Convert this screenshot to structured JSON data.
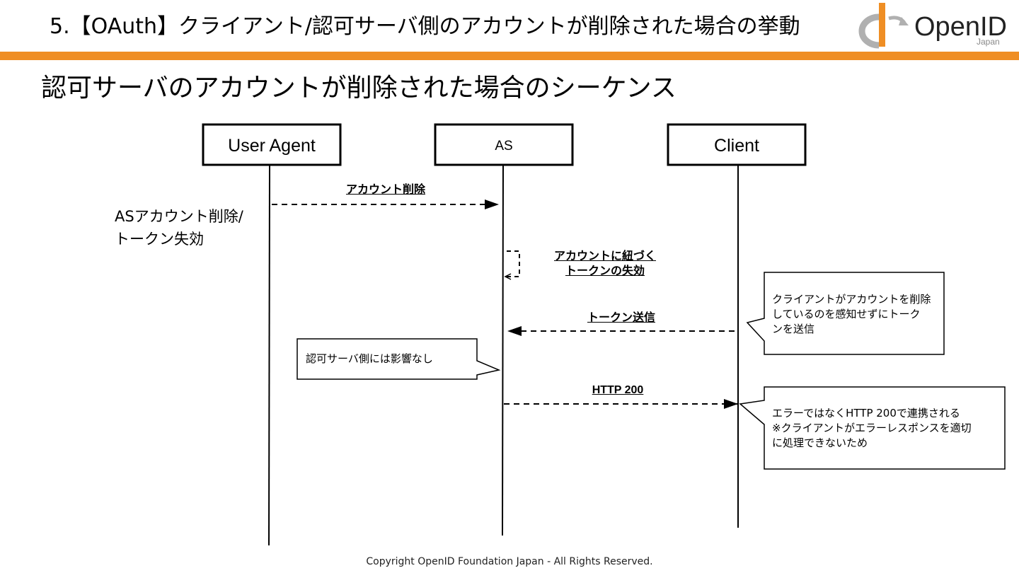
{
  "header": {
    "title": "5.【OAuth】クライアント/認可サーバ側のアカウントが削除された場合の挙動",
    "accent_color": "#ef8e24"
  },
  "logo": {
    "name": "OpenID",
    "sub": "Japan",
    "icon": "openid-logo-icon"
  },
  "slide_title": "認可サーバのアカウントが削除された場合のシーケンス",
  "actors": {
    "user_agent": "User Agent",
    "as": "AS",
    "client": "Client"
  },
  "side_note": {
    "line1": "ASアカウント削除/",
    "line2": "トークン失効"
  },
  "messages": {
    "account_delete": "アカウント削除",
    "self_line1": "アカウントに紐づく",
    "self_line2": "トークンの失効",
    "token_send": "トークン送信",
    "http200": "HTTP 200"
  },
  "notes": {
    "client_sends": {
      "line1": "クライアントがアカウントを削除",
      "line2": "しているのを感知せずにトーク",
      "line3": "ンを送信"
    },
    "as_no_effect": {
      "line1": "認可サーバ側には影響なし"
    },
    "http200_note": {
      "line1": "エラーではなくHTTP 200で連携される",
      "line2": "※クライアントがエラーレスポンスを適切",
      "line3": "に処理できないため"
    }
  },
  "footer": "Copyright OpenID Foundation Japan - All Rights Reserved."
}
